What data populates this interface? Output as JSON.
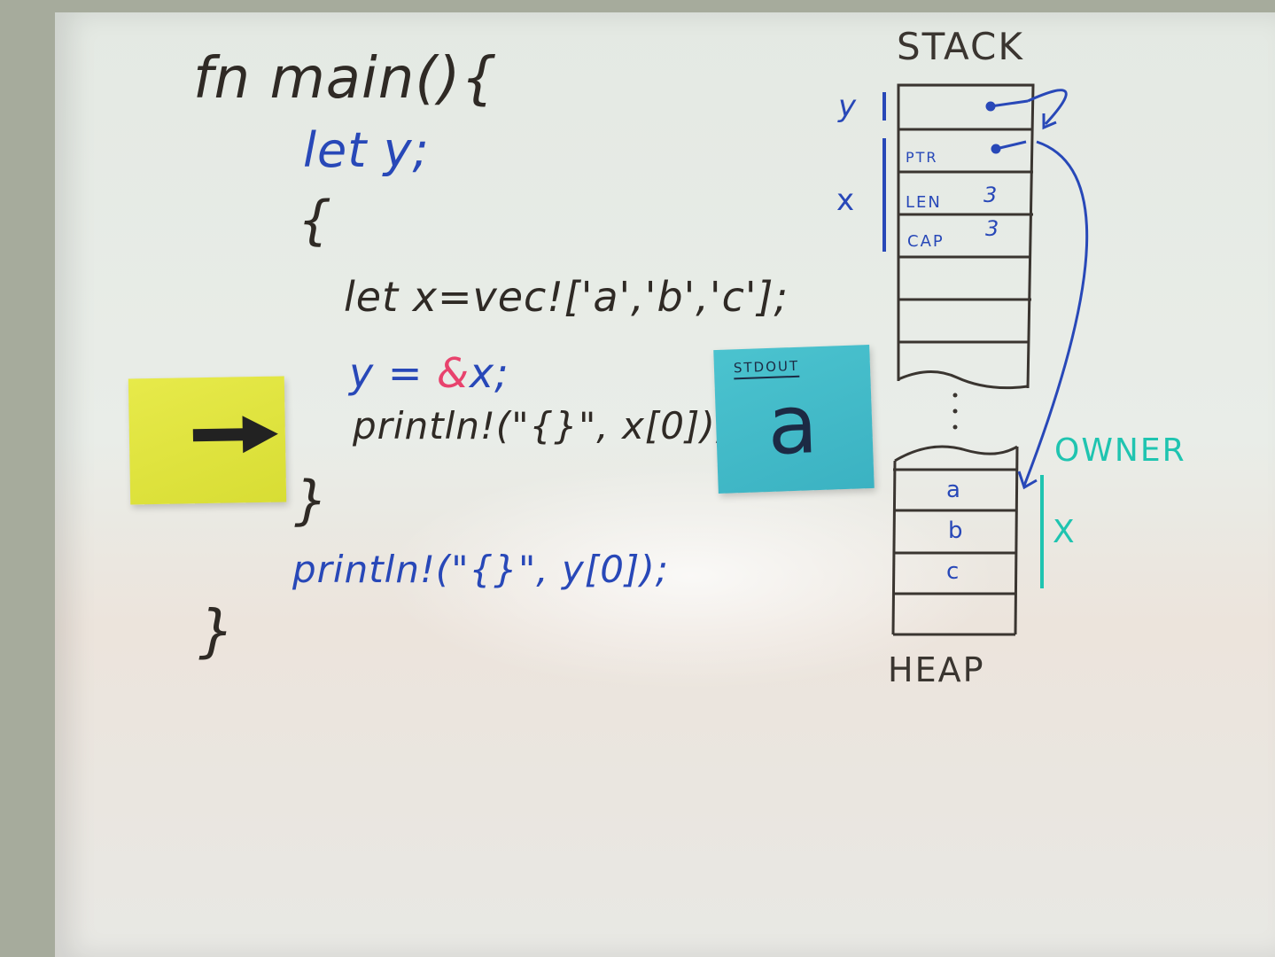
{
  "code": {
    "line1": "fn main(){",
    "line2": "let y;",
    "line3": "{",
    "line4": "let x=vec!['a','b','c'];",
    "line5_a": "y = ",
    "line5_amp": "&",
    "line5_b": "x;",
    "line6": "println!(\"{}\", x[0]);",
    "line7": "}",
    "line8": "println!(\"{}\", y[0]);",
    "line9": "}"
  },
  "stdout_note": {
    "title": "STDOUT",
    "value": "a"
  },
  "current_line_marker": "right-arrow",
  "stack": {
    "title": "STACK",
    "y_label": "y",
    "x_label": "x",
    "fields": [
      {
        "name": "PTR",
        "value": ""
      },
      {
        "name": "LEN",
        "value": "3"
      },
      {
        "name": "CAP",
        "value": "3"
      }
    ],
    "ellipsis": "·\n·\n·"
  },
  "heap": {
    "title": "HEAP",
    "cells": [
      "a",
      "b",
      "c"
    ],
    "owner_label": "OWNER",
    "owner_var": "X"
  },
  "colors": {
    "black_ink": "#2f2a25",
    "blue_ink": "#2848b8",
    "red_ink": "#e8436d",
    "teal_ink": "#1fc4b0",
    "yellow_note": "#dfe33e",
    "blue_note": "#45bccb"
  }
}
